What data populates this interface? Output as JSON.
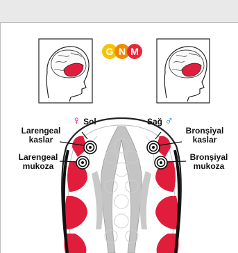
{
  "logo": {
    "letters": [
      "G",
      "N",
      "M"
    ],
    "colors": [
      "#f5c400",
      "#f08a00",
      "#e8283a"
    ]
  },
  "colors": {
    "highlight": "#e01e3c",
    "female": "#e6007e",
    "male": "#1e7fd6",
    "outline": "#222222",
    "gray": "#b9b9b9"
  },
  "left": {
    "sex_symbol": "♀",
    "side_label": "Sol",
    "label_muscle": [
      "Larengeal",
      "kaslar"
    ],
    "label_mucosa": [
      "Larengeal",
      "mukoza"
    ]
  },
  "right": {
    "sex_symbol": "♂",
    "side_label": "Sağ",
    "label_muscle": [
      "Bronşiyal",
      "kaslar"
    ],
    "label_mucosa": [
      "Bronşiyal",
      "mukoza"
    ]
  }
}
